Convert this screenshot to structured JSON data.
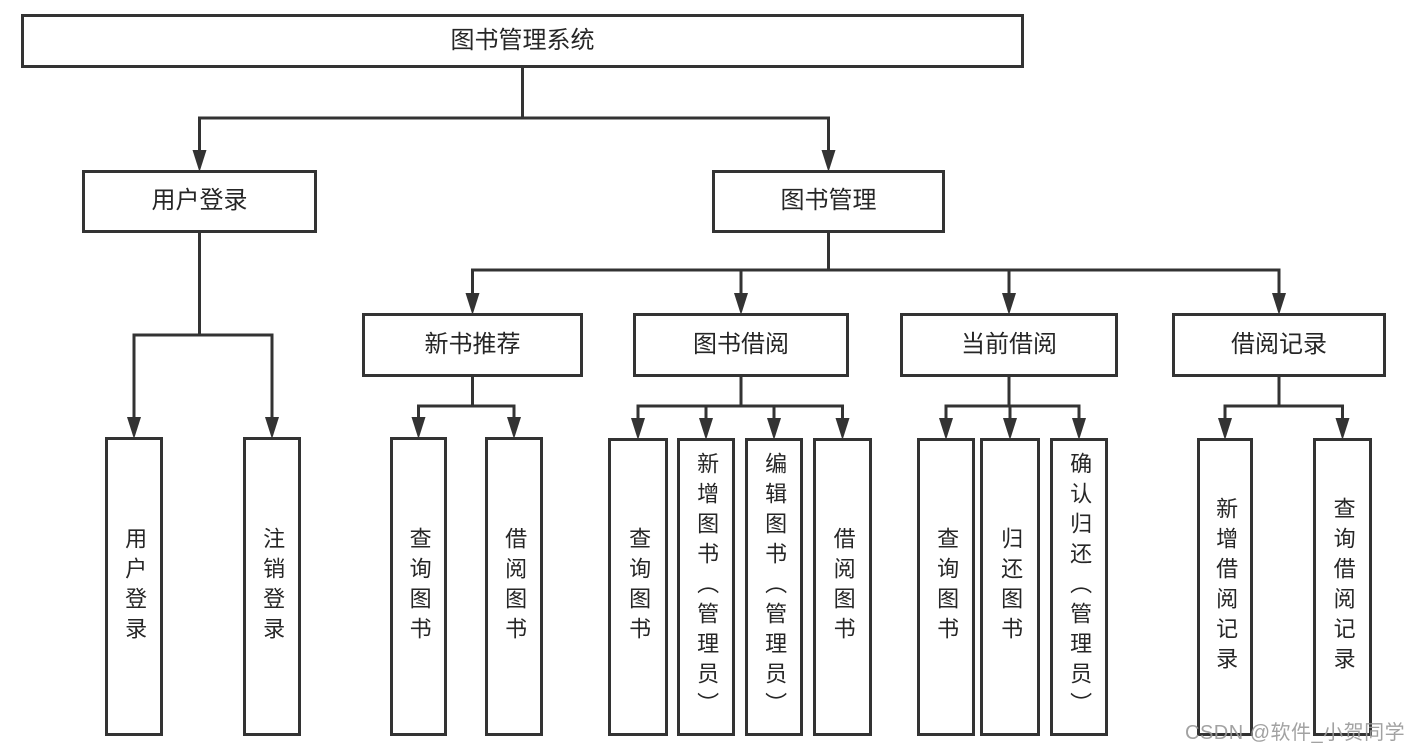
{
  "watermark": "CSDN @软件_小贺同学",
  "colors": {
    "line": "#333333",
    "box_border": "#333333",
    "text": "#262626",
    "background": "#ffffff",
    "watermark": "#9a9a9a"
  },
  "diagram": {
    "type": "hierarchy-tree",
    "nodes": [
      {
        "id": "root",
        "label": "图书管理系统",
        "parent": null
      },
      {
        "id": "user-login",
        "label": "用户登录",
        "parent": "root"
      },
      {
        "id": "book-mgmt",
        "label": "图书管理",
        "parent": "root"
      },
      {
        "id": "login",
        "label": "用户登录",
        "parent": "user-login"
      },
      {
        "id": "logout",
        "label": "注销登录",
        "parent": "user-login"
      },
      {
        "id": "new-book-rec",
        "label": "新书推荐",
        "parent": "book-mgmt"
      },
      {
        "id": "book-borrow",
        "label": "图书借阅",
        "parent": "book-mgmt"
      },
      {
        "id": "current-borrow",
        "label": "当前借阅",
        "parent": "book-mgmt"
      },
      {
        "id": "borrow-record",
        "label": "借阅记录",
        "parent": "book-mgmt"
      },
      {
        "id": "nbr-query",
        "label": "查询图书",
        "parent": "new-book-rec"
      },
      {
        "id": "nbr-borrow",
        "label": "借阅图书",
        "parent": "new-book-rec"
      },
      {
        "id": "bb-query",
        "label": "查询图书",
        "parent": "book-borrow"
      },
      {
        "id": "bb-add",
        "label": "新增图书（管理员）",
        "parent": "book-borrow"
      },
      {
        "id": "bb-edit",
        "label": "编辑图书（管理员）",
        "parent": "book-borrow"
      },
      {
        "id": "bb-borrow",
        "label": "借阅图书",
        "parent": "book-borrow"
      },
      {
        "id": "cb-query",
        "label": "查询图书",
        "parent": "current-borrow"
      },
      {
        "id": "cb-return",
        "label": "归还图书",
        "parent": "current-borrow"
      },
      {
        "id": "cb-confirm",
        "label": "确认归还（管理员）",
        "parent": "current-borrow"
      },
      {
        "id": "br-add",
        "label": "新增借阅记录",
        "parent": "borrow-record"
      },
      {
        "id": "br-query",
        "label": "查询借阅记录",
        "parent": "borrow-record"
      }
    ]
  }
}
